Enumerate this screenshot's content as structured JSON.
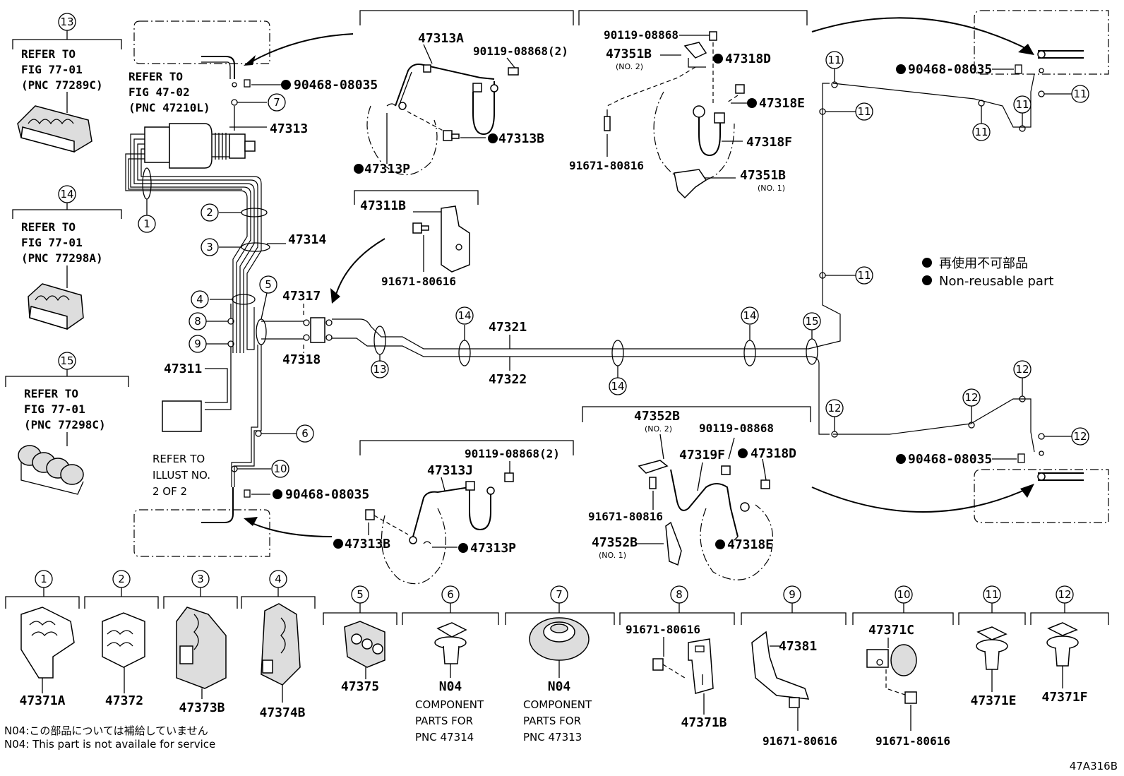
{
  "diagram_code": "47A316B",
  "legend": {
    "jp": "再使用不可部品",
    "en": "Non-reusable part"
  },
  "notes": {
    "n04_jp": "N04:この部品については補給していません",
    "n04_en": "N04: This part is not availale for service"
  },
  "refs": {
    "r13": {
      "num": "13",
      "l1": "REFER TO",
      "l2": "FIG 77-01",
      "l3": "(PNC 77289C)"
    },
    "r14": {
      "num": "14",
      "l1": "REFER TO",
      "l2": "FIG 77-01",
      "l3": "(PNC 77298A)"
    },
    "r15": {
      "num": "15",
      "l1": "REFER TO",
      "l2": "FIG 77-01",
      "l3": "(PNC 77298C)"
    },
    "fig47": {
      "l1": "REFER TO",
      "l2": "FIG 47-02",
      "l3": "(PNC 47210L)"
    },
    "illust": {
      "l1": "REFER TO",
      "l2": "ILLUST NO.",
      "l3": "2 OF 2"
    }
  },
  "labels": {
    "p47313": "47313",
    "p47314": "47314",
    "p47317": "47317",
    "p47318": "47318",
    "p47311": "47311",
    "p47321": "47321",
    "p47322": "47322",
    "p90468a": "90468-08035",
    "p90468b": "90468-08035",
    "p90468c": "90468-08035",
    "p90468d": "90468-08035",
    "p47313A": "47313A",
    "p90119a": "90119-08868(2)",
    "p47313B_top": "47313B",
    "p47313P_top": "47313P",
    "p47311B": "47311B",
    "p91671_80616_a": "91671-80616",
    "p90119b": "90119-08868",
    "p47351B2": "47351B",
    "p47351B2_no": "(NO. 2)",
    "p47318D_top": "47318D",
    "p47318E_top": "47318E",
    "p47318F": "47318F",
    "p91671_80816_a": "91671-80816",
    "p47351B1": "47351B",
    "p47351B1_no": "(NO. 1)",
    "p47313J": "47313J",
    "p90119c": "90119-08868(2)",
    "p47313B_bot": "47313B",
    "p47313P_bot": "47313P",
    "p47352B2": "47352B",
    "p47352B2_no": "(NO. 2)",
    "p90119d": "90119-08868",
    "p47319F": "47319F",
    "p47318D_bot": "47318D",
    "p91671_80816_b": "91671-80816",
    "p47352B1": "47352B",
    "p47352B1_no": "(NO. 1)",
    "p47318E_bot": "47318E"
  },
  "callouts": [
    "1",
    "2",
    "3",
    "4",
    "5",
    "6",
    "7",
    "8",
    "9",
    "10",
    "11",
    "12",
    "13",
    "14",
    "15"
  ],
  "bottom_parts": [
    {
      "num": "1",
      "part": "47371A"
    },
    {
      "num": "2",
      "part": "47372"
    },
    {
      "num": "3",
      "part": "47373B"
    },
    {
      "num": "4",
      "part": "47374B"
    },
    {
      "num": "5",
      "part": "47375"
    },
    {
      "num": "6",
      "part": "N04",
      "c1": "COMPONENT",
      "c2": "PARTS FOR",
      "c3": "PNC 47314"
    },
    {
      "num": "7",
      "part": "N04",
      "c1": "COMPONENT",
      "c2": "PARTS FOR",
      "c3": "PNC 47313"
    },
    {
      "num": "8",
      "part": "47371B",
      "extra": "91671-80616"
    },
    {
      "num": "9",
      "part": "47381",
      "extra": "91671-80616"
    },
    {
      "num": "10",
      "part": "47371C",
      "extra": "91671-80616"
    },
    {
      "num": "11",
      "part": "47371E"
    },
    {
      "num": "12",
      "part": "47371F"
    }
  ]
}
